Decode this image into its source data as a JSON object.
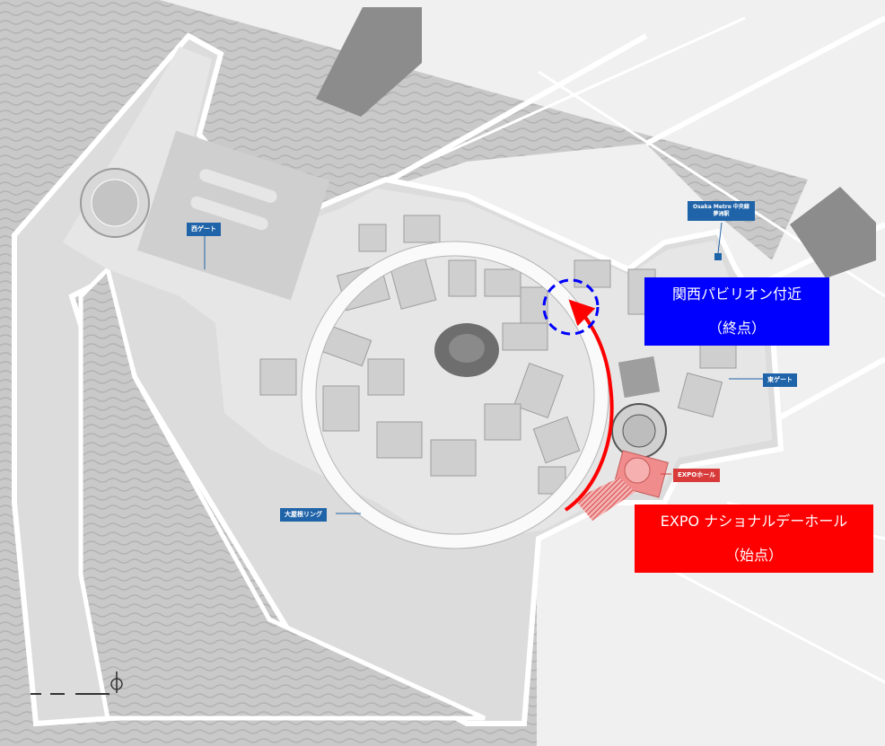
{
  "map": {
    "labels": {
      "west_gate": "西ゲート",
      "east_gate": "東ゲート",
      "station_line": "Osaka Metro 中央線",
      "station_name": "夢洲駅",
      "expo_hall": "EXPOホール",
      "grand_ring": "大屋根リング"
    },
    "callouts": {
      "end_name": "関西パビリオン付近",
      "end_tag": "（終点）",
      "start_name": "EXPO ナショナルデーホール",
      "start_tag": "（始点）"
    },
    "compass_icon": "north-arrow-icon",
    "scale_icon": "scale-bar-icon",
    "colors": {
      "sea": "#c9c9c9",
      "land": "#f0f0f0",
      "site": "#e6e6e6",
      "ring": "#fafafa",
      "label_blue": "#1f63a8",
      "route_red": "#ff0000",
      "endpoint_blue": "#0000ff",
      "callout_blue": "#0000ff",
      "callout_red": "#ff0000",
      "hall_pink": "#f08c8c"
    }
  }
}
